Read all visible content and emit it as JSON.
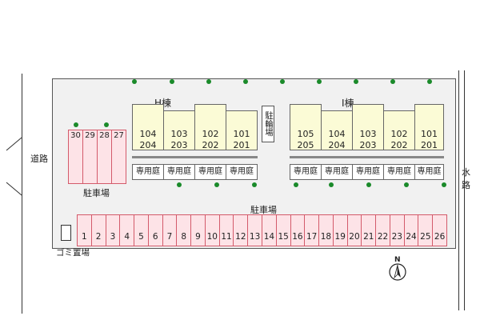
{
  "labels": {
    "road_left": "道路",
    "waterway_right": "水路",
    "bldg_h": "H棟",
    "bldg_i": "I棟",
    "bike_parking": "駐輪場",
    "parking_main": "駐車場",
    "parking_left": "駐車場",
    "garbage": "ゴミ置場",
    "north": "N"
  },
  "building_h": {
    "units": [
      {
        "upper": "104",
        "lower": "204",
        "garden": "専用庭"
      },
      {
        "upper": "103",
        "lower": "203",
        "garden": "専用庭"
      },
      {
        "upper": "102",
        "lower": "202",
        "garden": "専用庭"
      },
      {
        "upper": "101",
        "lower": "201",
        "garden": "専用庭"
      }
    ]
  },
  "building_i": {
    "units": [
      {
        "upper": "105",
        "lower": "205",
        "garden": "専用庭"
      },
      {
        "upper": "104",
        "lower": "204",
        "garden": "専用庭"
      },
      {
        "upper": "103",
        "lower": "203",
        "garden": "専用庭"
      },
      {
        "upper": "102",
        "lower": "202",
        "garden": "専用庭"
      },
      {
        "upper": "101",
        "lower": "201",
        "garden": "専用庭"
      }
    ]
  },
  "parking_main_spaces": [
    "1",
    "2",
    "3",
    "4",
    "5",
    "6",
    "7",
    "8",
    "9",
    "10",
    "11",
    "12",
    "13",
    "14",
    "15",
    "16",
    "17",
    "18",
    "19",
    "20",
    "21",
    "22",
    "23",
    "24",
    "25",
    "26"
  ],
  "parking_left_spaces": [
    "30",
    "29",
    "28",
    "27"
  ],
  "colors": {
    "building": "#fbfbd6",
    "parking": "#fde3e7",
    "parking_border": "#d35a6a",
    "tree": "#1a8a2a"
  }
}
